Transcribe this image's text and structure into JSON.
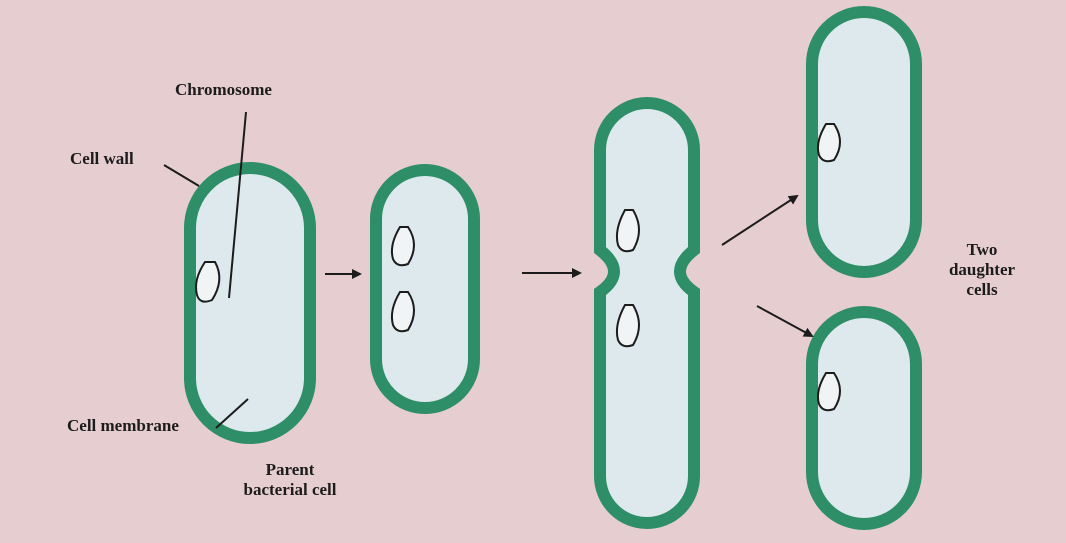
{
  "labels": {
    "chromosome": "Chromosome",
    "cell_wall": "Cell wall",
    "cell_membrane": "Cell membrane",
    "parent_line1": "Parent",
    "parent_line2": "bacterial cell",
    "daughter_line1": "Two",
    "daughter_line2": "daughter",
    "daughter_line3": "cells"
  },
  "colors": {
    "background": "#e6cdd0",
    "cell_wall": "#2e8e67",
    "cell_wall_edge": "#1f4a3a",
    "cytoplasm": "#dde9ec",
    "text": "#1c1c1c",
    "arrow": "#1c1c1c"
  },
  "icons": {
    "chromosome": "chromosome-loop",
    "arrow": "right-arrow"
  }
}
